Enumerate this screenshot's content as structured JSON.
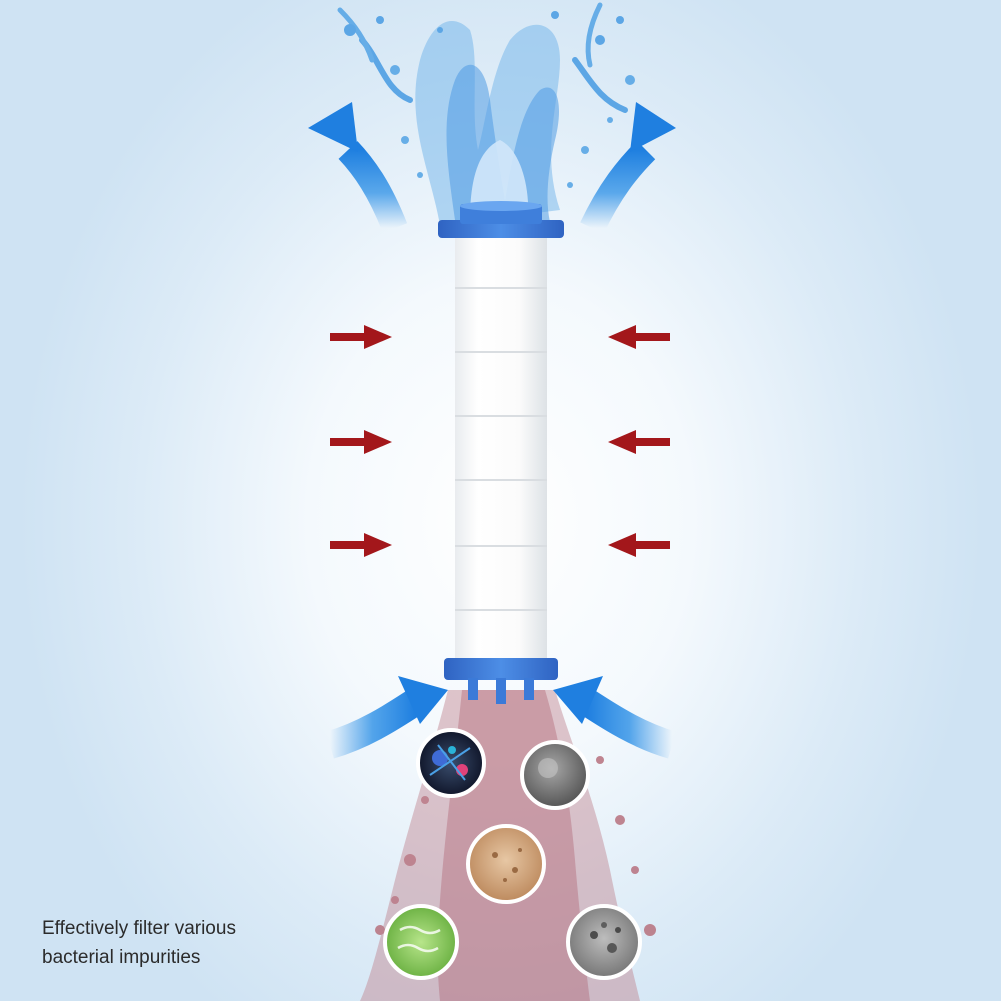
{
  "caption": {
    "line1": "Effectively filter various",
    "line2": "bacterial impurities"
  },
  "colors": {
    "background_light": "#ffffff",
    "background_edge": "#cfe3f3",
    "flow_arrow_blue": "#2b8fe6",
    "inflow_arrow_red": "#a3171b",
    "filter_cap_blue": "#3b7ad8",
    "filter_body": "#fbfbfb",
    "clean_water": "#5aa7e6",
    "dirty_water": "#b7717e"
  },
  "icons": [
    "clean-water-splash",
    "filter-cartridge",
    "outflow-arrow",
    "inflow-arrow",
    "pressure-arrow",
    "dirty-water-stream",
    "impurity-bacteria-icon",
    "impurity-sediment-icon",
    "impurity-rust-icon",
    "impurity-microbe-icon",
    "impurity-gravel-icon"
  ]
}
